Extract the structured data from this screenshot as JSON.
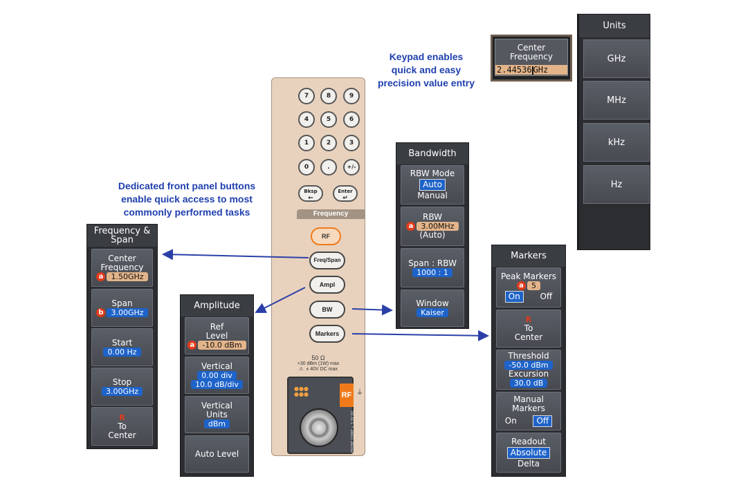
{
  "callouts": {
    "keypad": [
      "Keypad enables",
      "quick and easy",
      "precision value entry"
    ],
    "dedicated": [
      "Dedicated front panel buttons",
      "enable quick access to most",
      "commonly performed tasks"
    ]
  },
  "entry_box": {
    "label_line1": "Center",
    "label_line2": "Frequency",
    "value": "2.44536",
    "unit": "GHz"
  },
  "units_panel": {
    "title": "Units",
    "buttons": [
      "GHz",
      "MHz",
      "kHz",
      "Hz"
    ]
  },
  "keypad": {
    "keys": [
      "7",
      "8",
      "9",
      "4",
      "5",
      "6",
      "1",
      "2",
      "3",
      "0",
      ".",
      "+/-"
    ],
    "bksp": "Bksp",
    "enter": "Enter"
  },
  "front_panel": {
    "section_label": "Frequency",
    "buttons": {
      "rf": "RF",
      "freq": "Freq/Span",
      "ampl": "Ampl",
      "bw": "BW",
      "markers": "Markers"
    },
    "input": {
      "impedance": "50 Ω",
      "max1": "+30 dBm (1W) max",
      "max2": "± 40V DC max",
      "rf_label": "RF",
      "probe": "PROBE COMP ≈ 3.3V DC"
    }
  },
  "freq_panel": {
    "title_line1": "Frequency &",
    "title_line2": "Span",
    "center": {
      "l1": "Center",
      "l2": "Frequency",
      "marker": "a",
      "value": "1.50GHz"
    },
    "span": {
      "label": "Span",
      "marker": "b",
      "value": "3.00GHz"
    },
    "start": {
      "label": "Start",
      "value": "0.00 Hz"
    },
    "stop": {
      "label": "Stop",
      "value": "3.00GHz"
    },
    "to_center": {
      "icon": "R",
      "l1": "To",
      "l2": "Center"
    }
  },
  "ampl_panel": {
    "title": "Amplitude",
    "ref": {
      "l1": "Ref",
      "l2": "Level",
      "marker": "a",
      "value": "-10.0 dBm"
    },
    "vertical": {
      "label": "Vertical",
      "v1": "0.00 div",
      "v2": "10.0 dB/div"
    },
    "vunits": {
      "l1": "Vertical",
      "l2": "Units",
      "value": "dBm"
    },
    "auto": {
      "label": "Auto Level"
    }
  },
  "bw_panel": {
    "title": "Bandwidth",
    "rbw_mode": {
      "label": "RBW Mode",
      "opt1": "Auto",
      "opt2": "Manual"
    },
    "rbw": {
      "label": "RBW",
      "marker": "a",
      "value": "3.00MHz",
      "sub": "(Auto)"
    },
    "span_rbw": {
      "label": "Span : RBW",
      "value": "1000 : 1"
    },
    "window": {
      "label": "Window",
      "value": "Kaiser"
    }
  },
  "markers_panel": {
    "title": "Markers",
    "peak": {
      "label": "Peak Markers",
      "marker": "a",
      "count": "5",
      "on": "On",
      "off": "Off"
    },
    "to_center": {
      "icon": "R",
      "l1": "To",
      "l2": "Center"
    },
    "thresh": {
      "l1": "Threshold",
      "v1": "-50.0 dBm",
      "l2": "Excursion",
      "v2": "30.0 dB"
    },
    "manual": {
      "l1": "Manual",
      "l2": "Markers",
      "on": "On",
      "off": "Off"
    },
    "readout": {
      "label": "Readout",
      "opt1": "Absolute",
      "opt2": "Delta"
    }
  },
  "colors": {
    "arrow": "#2b3fa8",
    "accent_blue": "#1e63c9",
    "value_orange": "#e3b48a",
    "marker_red": "#e23a1b",
    "panel_bg": "#2b2d31",
    "front_panel": "#e8d2bd"
  }
}
